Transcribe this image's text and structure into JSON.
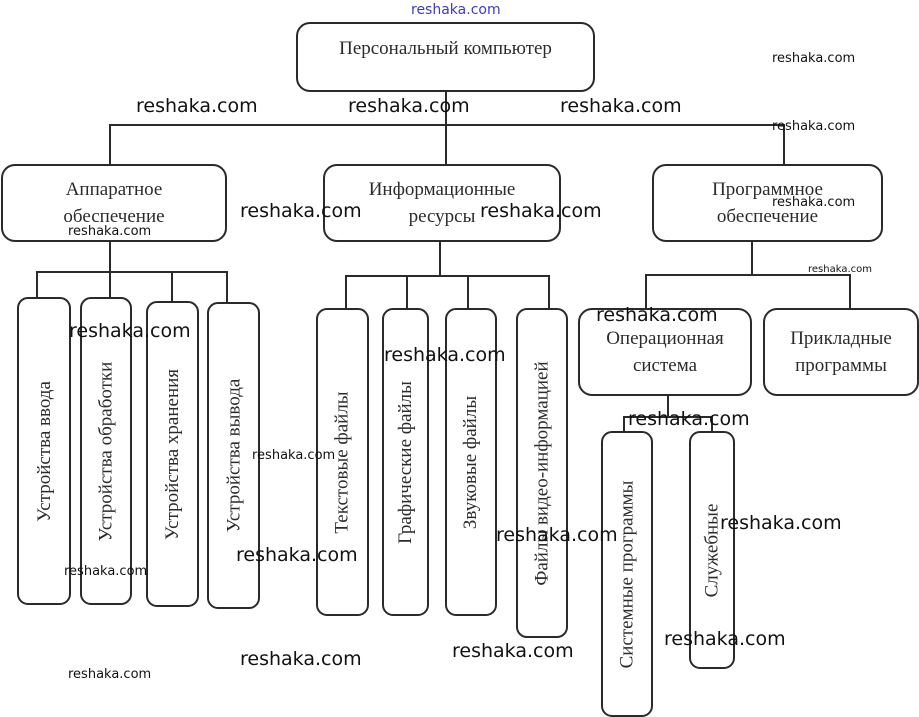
{
  "diagram": {
    "root": "Персональный компьютер",
    "branches": {
      "hardware": {
        "label": "Аппаратное обеспечение",
        "children": [
          "Устройства ввода",
          "Устройства обработки",
          "Устройства хранения",
          "Устройства вывода"
        ]
      },
      "info": {
        "label": "Информационные ресурсы",
        "children": [
          "Текстовые файлы",
          "Графические файлы",
          "Звуковые файлы",
          "Файлы видео-информацией"
        ]
      },
      "software": {
        "label": "Программное обеспечение",
        "children": {
          "os": {
            "label": "Операционная система",
            "children": [
              "Системные программы",
              "Служебные"
            ]
          },
          "apps": "Прикладные программы"
        }
      }
    }
  },
  "watermarks": [
    "reshaka.com",
    "reshaka.com",
    "reshaka.com",
    "reshaka.com",
    "reshaka.com",
    "reshaka.com",
    "reshaka.com",
    "reshaka.com",
    "reshaka.com",
    "reshaka.com",
    "reshaka.com",
    "reshaka.com",
    "reshaka.com",
    "reshaka.com",
    "reshaka.com",
    "reshaka.com",
    "reshaka.com",
    "reshaka.com",
    "reshaka.com",
    "reshaka.com",
    "reshaka.com",
    "reshaka.com",
    "reshaka.com",
    "reshaka.com"
  ]
}
